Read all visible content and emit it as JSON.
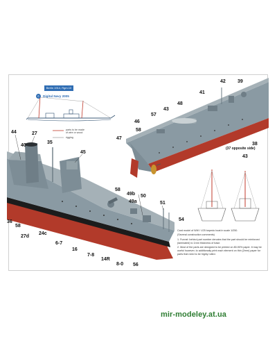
{
  "badge": {
    "text": "Berlin 1914, Rgm.10"
  },
  "logo": {
    "text": "Digital Navy 2005"
  },
  "legend": {
    "parts_line1": "parts to be made",
    "parts_line2": "of wire or wood",
    "rigging": "rigging"
  },
  "callouts": {
    "c44": "44",
    "c27": "27",
    "c40": "40",
    "c35": "35",
    "c45": "45",
    "c36": "36",
    "c58": "58",
    "c27d": "27d",
    "c24c": "24c",
    "c67": "6-7",
    "c16": "16",
    "c78": "7-8",
    "c14r": "14R",
    "c80": "8-0",
    "c56": "56",
    "c58b": "58",
    "c49b": "49b",
    "c49a": "49a",
    "c50": "50",
    "c51": "51",
    "c54": "54",
    "c41": "41",
    "c42": "42",
    "c39": "39",
    "c57": "57",
    "c43a": "43",
    "c48": "48",
    "c46": "46",
    "c58c": "58",
    "c47": "47",
    "c38": "38",
    "c38sub": "(37 opposite side)",
    "c43b": "43"
  },
  "note": {
    "p1": "Card model of WW I V25 torpedo boat in scale 1/250.",
    "p2": "(Several construction comments)",
    "p3": "1. Funnel: behind part number denotes that the part should be reinforced (laminated) to 1mm thickness of base.",
    "p4": "2. Most of the parts are designed to be printed on 80-90% paper. It may be useful however, to additionally print each element on thin (2mm) paper for parts that need to be highly rolled."
  },
  "site": {
    "text": "mir-modeley.at.ua"
  },
  "colors": {
    "hull_grey": "#8a9aa3",
    "deck_grey": "#a5b1b7",
    "boot_black": "#1c1c1c",
    "antifouling_red": "#b23a2a",
    "site_green": "#2e7d32",
    "brand_blue": "#2f6db3"
  }
}
